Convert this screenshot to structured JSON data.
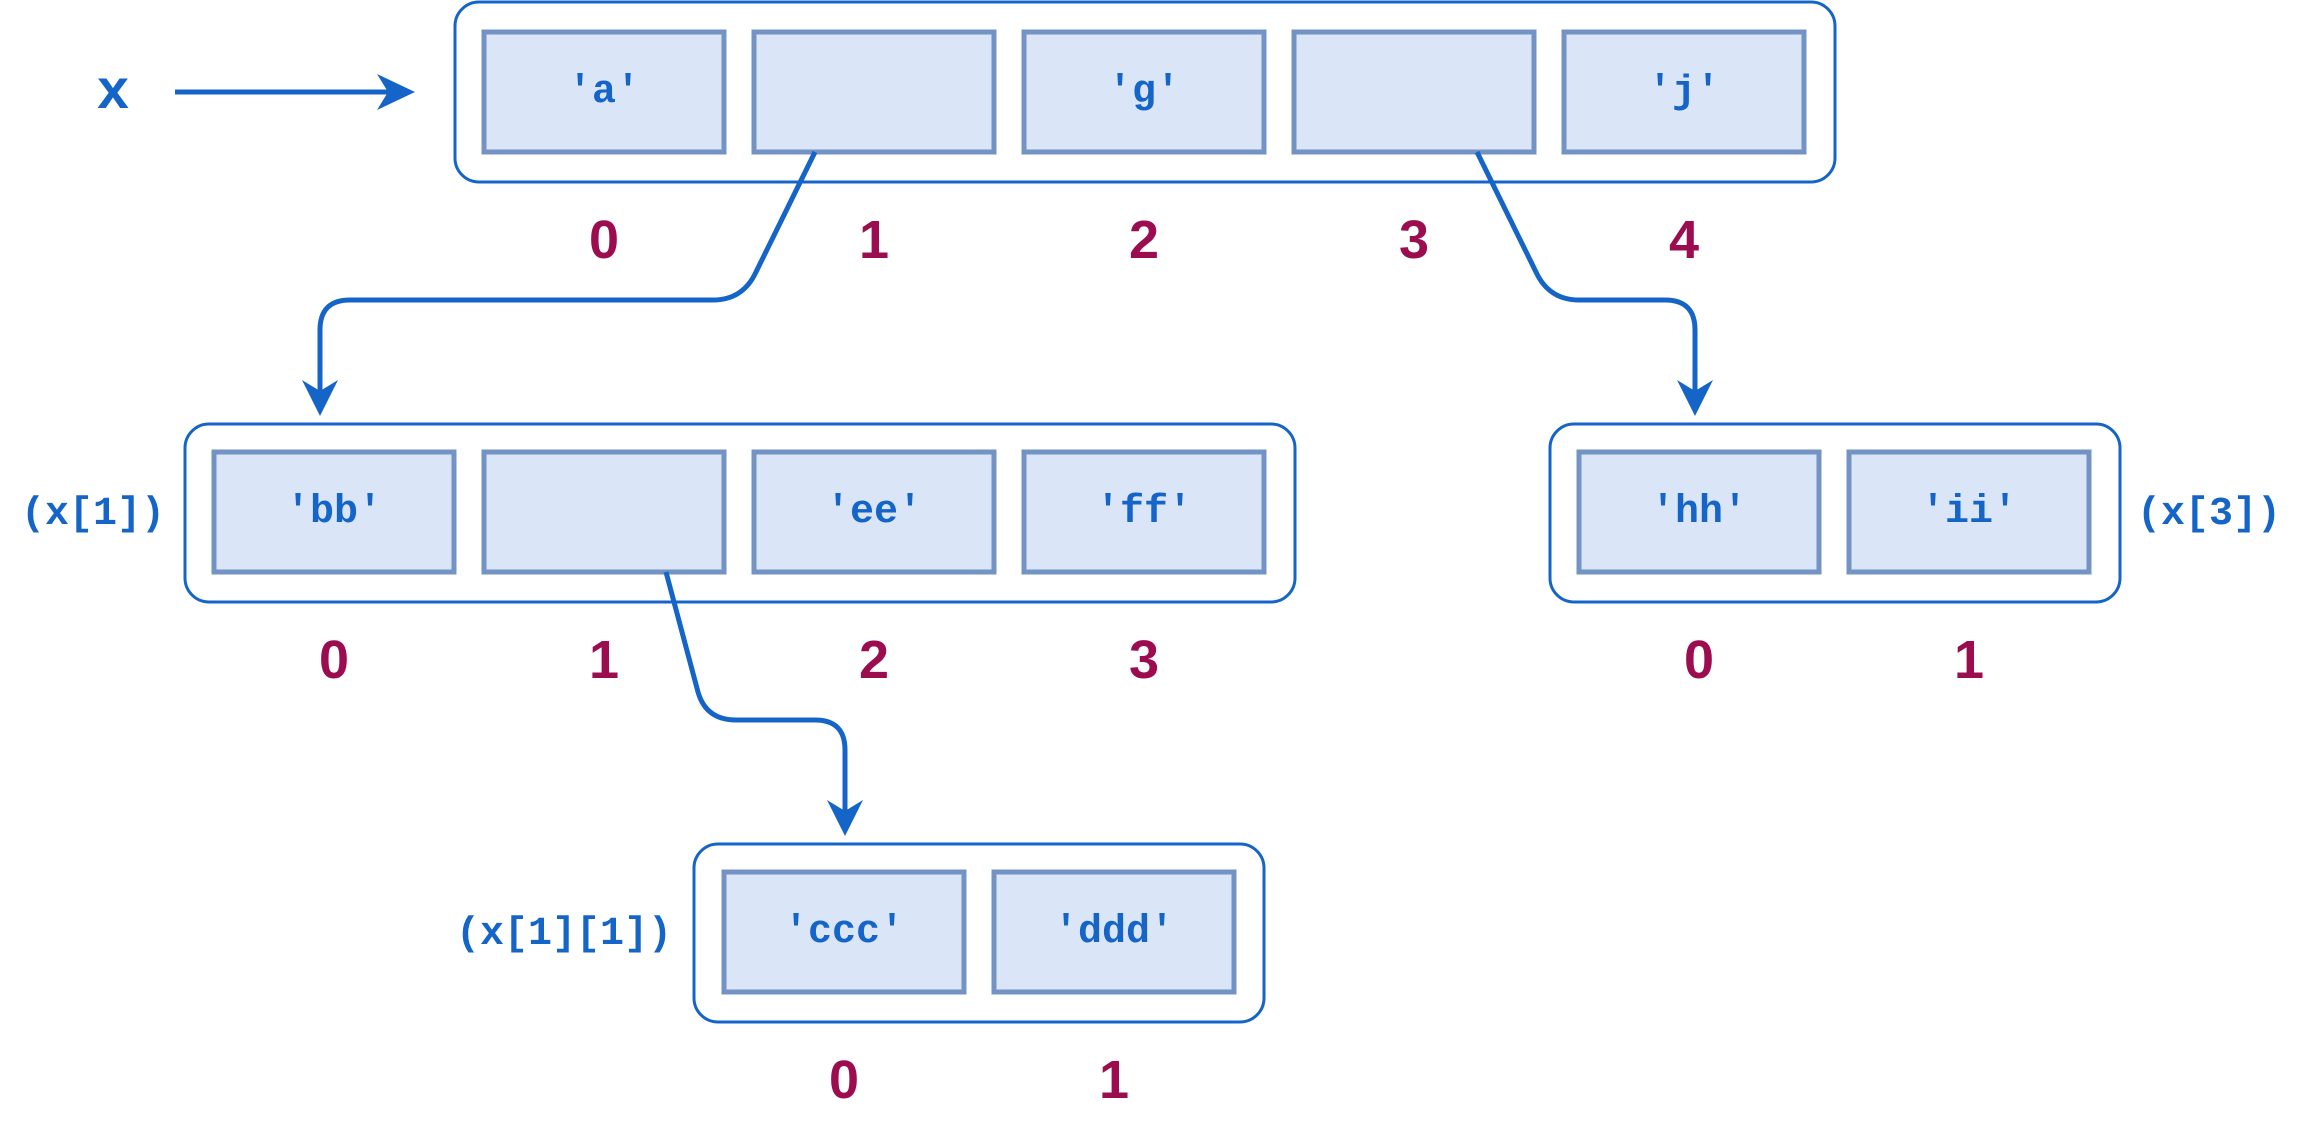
{
  "variable": {
    "name": "x"
  },
  "lists": [
    {
      "id": "x",
      "label": "",
      "cells": [
        "'a'",
        "",
        "'g'",
        "",
        "'j'"
      ],
      "indices": [
        "0",
        "1",
        "2",
        "3",
        "4"
      ]
    },
    {
      "id": "x1",
      "label": "(x[1])",
      "cells": [
        "'bb'",
        "",
        "'ee'",
        "'ff'"
      ],
      "indices": [
        "0",
        "1",
        "2",
        "3"
      ]
    },
    {
      "id": "x3",
      "label": "(x[3])",
      "cells": [
        "'hh'",
        "'ii'"
      ],
      "indices": [
        "0",
        "1"
      ]
    },
    {
      "id": "x11",
      "label": "(x[1][1])",
      "cells": [
        "'ccc'",
        "'ddd'"
      ],
      "indices": [
        "0",
        "1"
      ]
    }
  ],
  "references": [
    {
      "from_list": "x",
      "from_index": 1,
      "to_list": "x1"
    },
    {
      "from_list": "x",
      "from_index": 3,
      "to_list": "x3"
    },
    {
      "from_list": "x1",
      "from_index": 1,
      "to_list": "x11"
    }
  ],
  "colors": {
    "cell_fill": "#dae6f8",
    "cell_border": "#7393c4",
    "container_border": "#1565c8",
    "text": "#1565c8",
    "index": "#9c0d4f",
    "arrow": "#1565c8"
  }
}
